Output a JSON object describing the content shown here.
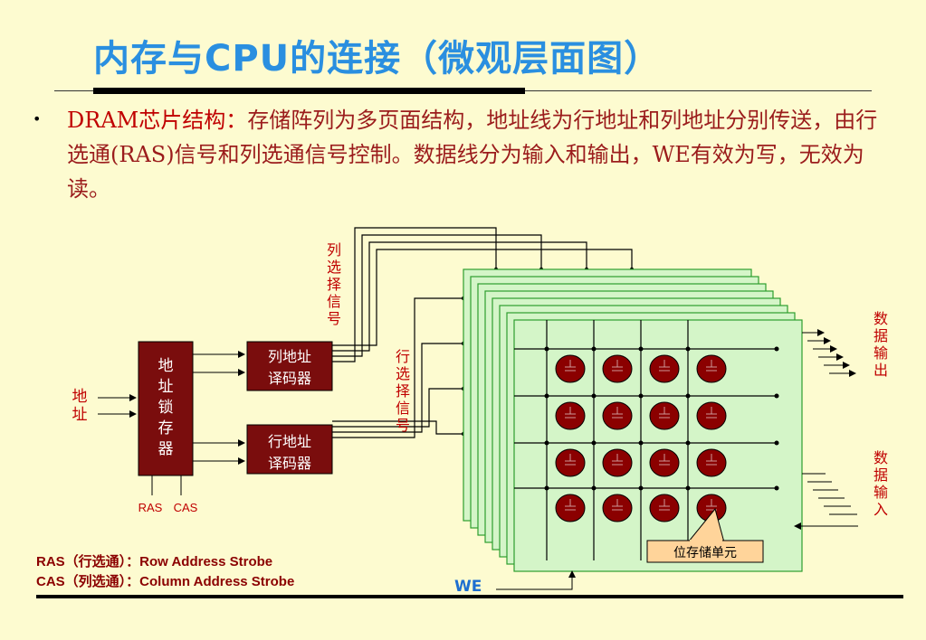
{
  "title": "内存与CPU的连接（微观层面图）",
  "bullet": "•",
  "paragraph": {
    "lead": "DRAM芯片结构：",
    "body": "存储阵列为多页面结构，地址线为行地址和列地址分别传送，由行选通(RAS)信号和列选通信号控制。数据线分为输入和输出，WE有效为写，无效为读。"
  },
  "diagram": {
    "address_label": "地址",
    "latch_label": "地址锁存器",
    "col_decoder_line1": "列地址",
    "col_decoder_line2": "译码器",
    "row_decoder_line1": "行地址",
    "row_decoder_line2": "译码器",
    "ras": "RAS",
    "cas": "CAS",
    "col_select_signal": "列选择信号",
    "row_select_signal": "行选择信号",
    "data_output": "数据输出",
    "data_input": "数据输入",
    "bit_cell": "位存储单元",
    "we": "WE"
  },
  "legend": {
    "ras_line": "RAS（行选通）：Row Address Strobe",
    "cas_line": "CAS（列选通）：Column Address Strobe"
  },
  "colors": {
    "title": "#2a8fe0",
    "text_red": "#c00000",
    "box_fill": "#7a0d0d",
    "plane_fill": "#d4f5c8",
    "plane_stroke": "#2e9e2e",
    "cell_fill": "#8b0000",
    "callout_fill": "#ffd49a",
    "we": "#1e6fd0"
  }
}
